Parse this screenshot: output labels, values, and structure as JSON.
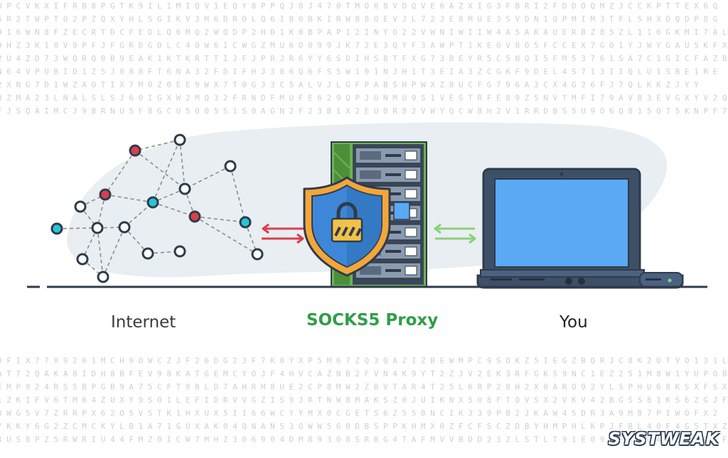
{
  "labels": {
    "internet": "Internet",
    "proxy": "SOCKS5 Proxy",
    "you": "You"
  },
  "branding": {
    "logo_text": "SYSTWEAK"
  },
  "colors": {
    "background": "#ffffff",
    "pattern_text": "#cfcfcf",
    "blob": "#e8eef2",
    "ground_line": "#2f3b4b",
    "edge_dash": "#8c8c8c",
    "node_white": "#ffffff",
    "node_red": "#d9404b",
    "node_cyan": "#25c6d9",
    "node_stroke": "#2f3b4b",
    "arrow_red": "#d9404b",
    "arrow_green": "#8bd07a",
    "server_frame": "#6ab451",
    "server_body": "#3b4758",
    "shield_outer": "#f3a63a",
    "shield_inner": "#3e87d8",
    "lock_body": "#f1c24a",
    "laptop_body": "#3d5068",
    "laptop_screen": "#5aa9f5",
    "proxy_label": "#2f9e48"
  },
  "icons": {
    "network": "network-graph-icon",
    "server": "server-rack-icon",
    "shield": "shield-lock-icon",
    "laptop": "laptop-icon",
    "arrows_left": "bidirectional-arrow-icon",
    "arrows_right": "bidirectional-arrow-icon"
  }
}
